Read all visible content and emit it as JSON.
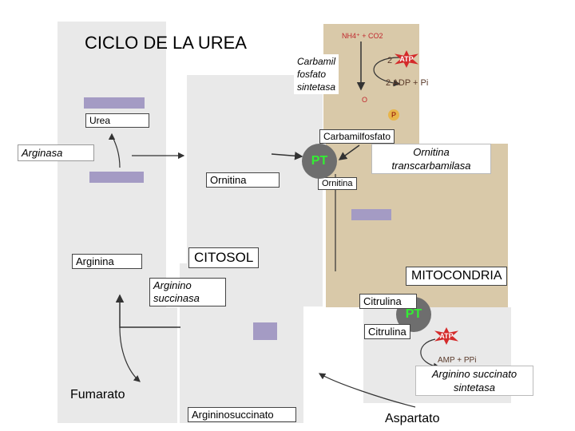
{
  "title": "CICLO DE LA UREA",
  "labels": {
    "carbamil_fosfato_sintetasa": "Carbamil\nfosfato\nsintetasa",
    "urea": "Urea",
    "carbamilfosfato": "Carbamilfosfato",
    "arginasa": "Arginasa",
    "ornitina_transcarbamilasa": "Ornitina\ntranscarbamilasa",
    "ornitina_cyto": "Ornitina",
    "ornitina_mito": "Ornitina",
    "citosol": "CITOSOL",
    "arginina": "Arginina",
    "arginino_succinasa": "Arginino\nsuccinasa",
    "mitocondria": "MITOCONDRIA",
    "citrulina_mito": "Citrulina",
    "citrulina_cyto": "Citrulina",
    "arginino_succinato_sintetasa": "Arginino succinato\nsintetasa",
    "fumarato": "Fumarato",
    "argininosuccinato": "Argininosuccinato",
    "aspartato": "Aspartato",
    "pt": "PT"
  },
  "chem": {
    "nh4_co2": "NH4⁺ + CO2",
    "two": "2",
    "atp": "ATP",
    "two_adp_pi": "2 ADP + Pi",
    "amp_ppi": "AMP + PPi",
    "o": "O",
    "p": "P"
  },
  "colors": {
    "panel_gray": "#e9e9e9",
    "panel_tan": "#d9c9a9",
    "pt_fill": "#6e6e6e",
    "pt_text": "#33ee33",
    "atp": "#d42a2a",
    "chem_red": "#c0272d",
    "highlight": "#a49bc4"
  }
}
